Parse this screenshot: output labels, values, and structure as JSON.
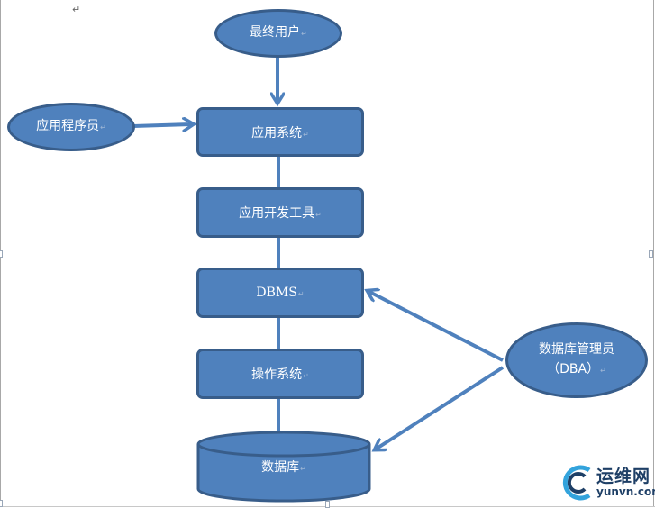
{
  "diagram": {
    "end_user": "最终用户",
    "app_programmer": "应用程序员",
    "app_system": "应用系统",
    "dev_tools": "应用开发工具",
    "dbms": "DBMS",
    "os": "操作系统",
    "database": "数据库",
    "dba_line1": "数据库管理员",
    "dba_line2": "（DBA）"
  },
  "watermark": {
    "text_cn": "运维网",
    "text_en": "yunvn.com"
  },
  "colors": {
    "fill": "#4f81bd",
    "border": "#385d8a",
    "text": "#ffffff"
  }
}
